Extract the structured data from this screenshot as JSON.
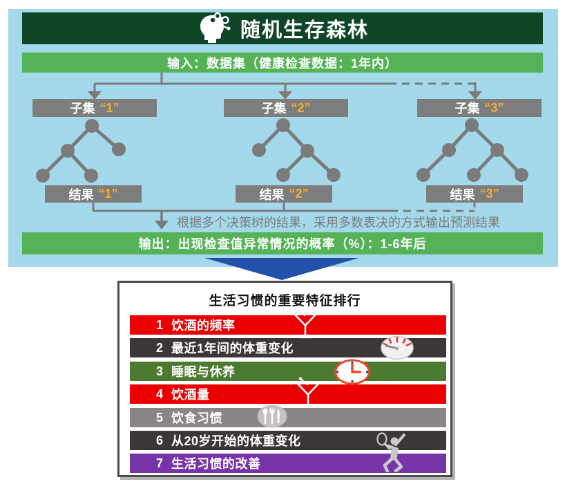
{
  "header": {
    "title": "随机生存森林",
    "icon": "brain-network-icon"
  },
  "flow": {
    "input_label": "输入：数据集（健康检查数据：1年内）",
    "subsets": [
      {
        "label": "子集",
        "number": "“1”"
      },
      {
        "label": "子集",
        "number": "“2”"
      },
      {
        "label": "子集",
        "number": "“3”"
      }
    ],
    "results": [
      {
        "label": "结果",
        "number": "“1”"
      },
      {
        "label": "结果",
        "number": "“2”"
      },
      {
        "label": "结果",
        "number": "“3”"
      }
    ],
    "vote_caption": "根据多个决策树的结果，采用多数表决的方式输出预测结果",
    "output_label": "输出：出现检查值异常情况的概率（%）：1-6年后"
  },
  "ranking": {
    "title": "生活习惯的重要特征排行",
    "rows": [
      {
        "rank": "1",
        "label": "饮酒的频率",
        "color": "#ea0000",
        "icon": "cocktail-icon"
      },
      {
        "rank": "2",
        "label": "最近1年间的体重变化",
        "color": "#3b3737",
        "icon": "scale-icon"
      },
      {
        "rank": "3",
        "label": "睡眠与休养",
        "color": "#4c7a30",
        "icon": "clock-icon"
      },
      {
        "rank": "4",
        "label": "饮酒量",
        "color": "#ea0000",
        "icon": "cocktail-icon"
      },
      {
        "rank": "5",
        "label": "饮食习惯",
        "color": "#8b8585",
        "icon": "cutlery-icon"
      },
      {
        "rank": "6",
        "label": "从20岁开始的体重变化",
        "color": "#3b3737",
        "icon": "tennis-player-icon"
      },
      {
        "rank": "7",
        "label": "生活习惯的改善",
        "color": "#7634a8",
        "icon": ""
      }
    ]
  },
  "colors": {
    "panel_bg": "#a3d9ea",
    "header_bg": "#0f4628",
    "green_bar": "#55b257",
    "connector_gray": "#7b7b7b",
    "box_gray": "#7d7d7d",
    "accent_orange": "#f2ae33",
    "big_arrow_blue": "#2151a8",
    "rank_border": "#4a4a4a"
  }
}
